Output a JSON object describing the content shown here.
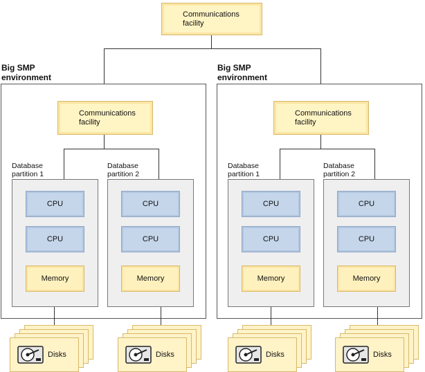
{
  "top_comm": "Communications\nfacility",
  "environments": [
    {
      "label": "Big SMP\nenvironment",
      "comm": "Communications\nfacility",
      "partitions": [
        {
          "label": "Database\npartition 1",
          "cpus": [
            "CPU",
            "CPU"
          ],
          "memory": "Memory",
          "disks": "Disks"
        },
        {
          "label": "Database\npartition 2",
          "cpus": [
            "CPU",
            "CPU"
          ],
          "memory": "Memory",
          "disks": "Disks"
        }
      ]
    },
    {
      "label": "Big SMP\nenvironment",
      "comm": "Communications\nfacility",
      "partitions": [
        {
          "label": "Database\npartition 1",
          "cpus": [
            "CPU",
            "CPU"
          ],
          "memory": "Memory",
          "disks": "Disks"
        },
        {
          "label": "Database\npartition 2",
          "cpus": [
            "CPU",
            "CPU"
          ],
          "memory": "Memory",
          "disks": "Disks"
        }
      ]
    }
  ],
  "icons": {
    "disk": "hard-disk-icon"
  }
}
